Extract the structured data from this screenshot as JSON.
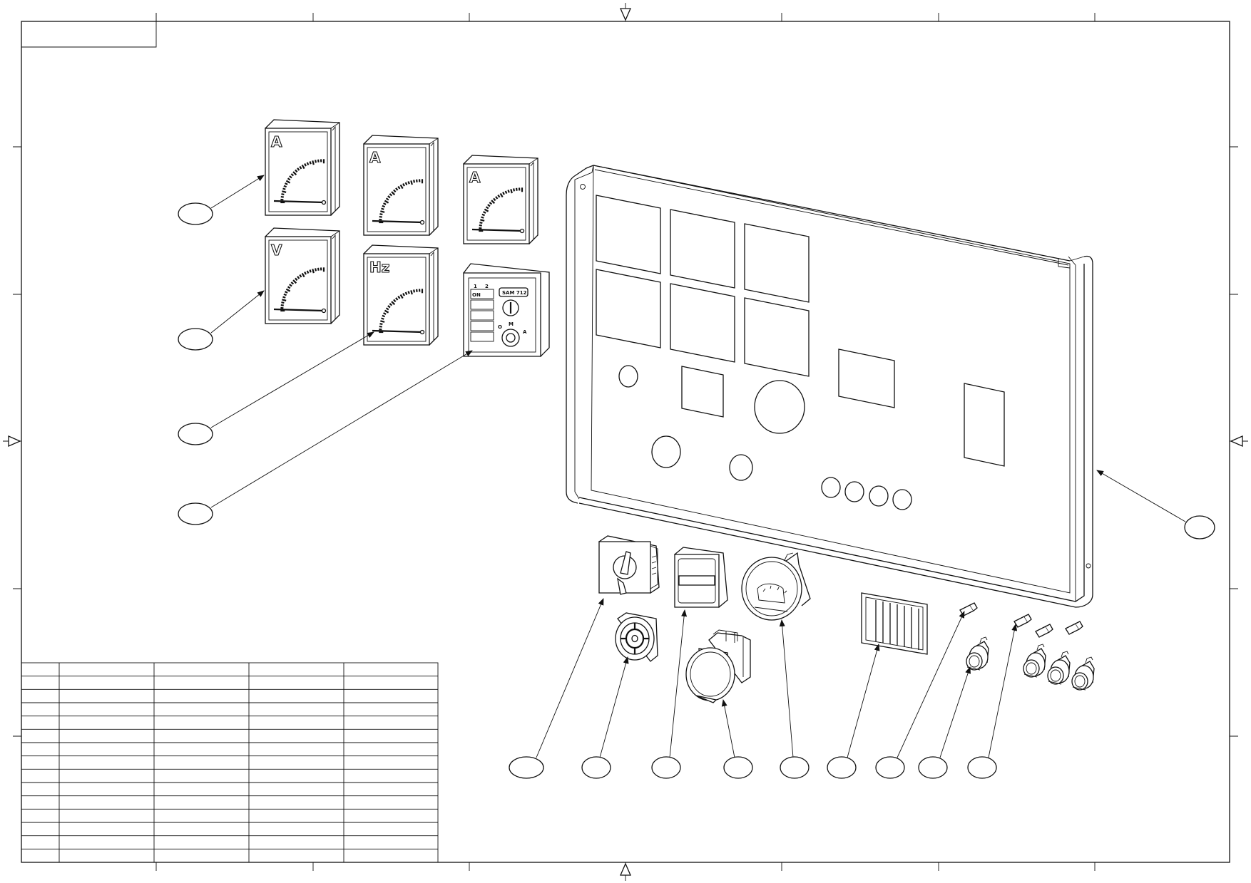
{
  "meters": {
    "top_row_1_unit": "A",
    "top_row_2_unit": "A",
    "top_row_3_unit": "A",
    "bottom_row_1_unit": "V",
    "bottom_row_2_unit": "Hz"
  },
  "controller": {
    "brand_label": "SAM 712",
    "on_label": "ON",
    "mode_label": "M",
    "auto_label": "A",
    "off_label": "O",
    "top_marks": [
      "1",
      "2"
    ]
  },
  "colors": {
    "line": "#111111",
    "background": "#ffffff"
  }
}
